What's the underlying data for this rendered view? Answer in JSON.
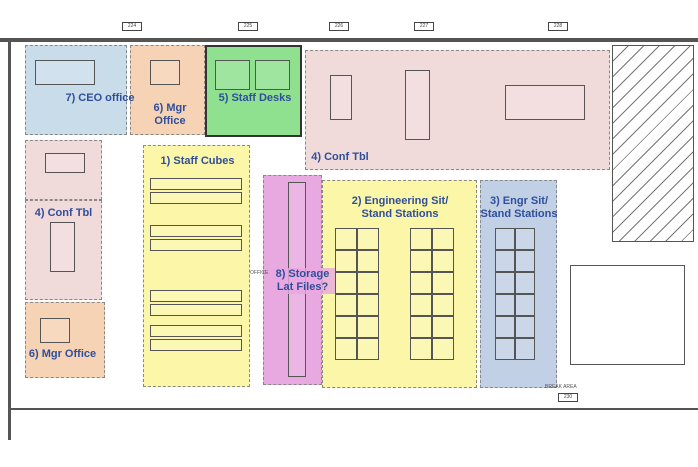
{
  "zones": {
    "ceo": "7) CEO office",
    "mgr_top": "6) Mgr Office",
    "staff_desks": "5) Staff Desks",
    "conf_top": "4) Conf Tbl",
    "conf_left": "4) Conf Tbl",
    "mgr_bottom": "6) Mgr Office",
    "staff_cubes": "1) Staff Cubes",
    "storage": "8) Storage Lat Files?",
    "engineering": "2) Engineering Sit/ Stand Stations",
    "engr_sit": "3) Engr Sit/ Stand Stations"
  },
  "room_tags": [
    "224",
    "225",
    "226",
    "227",
    "228"
  ],
  "small_labels": {
    "office": "OFFICE",
    "break_area": "BREAK AREA",
    "break_tag": "230"
  },
  "colors": {
    "blue": "#c9dcea",
    "orange": "#f6d3b4",
    "green": "#8fe08f",
    "pink": "#f1dada",
    "yellow": "#fbf6a8",
    "magenta": "#e8a8e0",
    "slate": "#c2d0e6",
    "label": "#2f4f9c"
  }
}
